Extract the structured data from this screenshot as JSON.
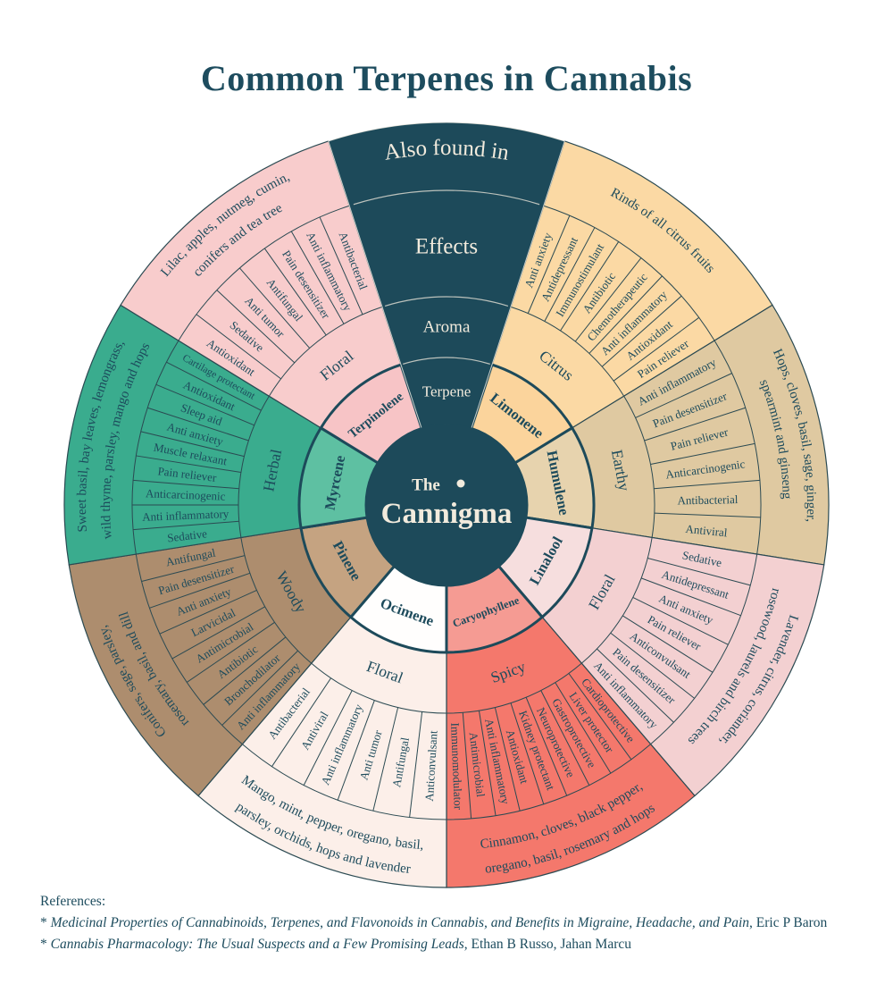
{
  "title": "Common Terpenes in Cannabis",
  "brand": {
    "word_small": "The",
    "word_large": "Cannigma"
  },
  "legend": {
    "ring_terpene": "Terpene",
    "ring_aroma": "Aroma",
    "ring_effects": "Effects",
    "ring_also_found_in": "Also found in"
  },
  "colors": {
    "dark_teal": "#1d4a5a",
    "cream": "#f2ebdd",
    "line": "#2b4a52",
    "text": "#1d4b5c",
    "background": "#ffffff"
  },
  "sectors": [
    {
      "terpene": "Limonene",
      "aroma": "Citrus",
      "color_main": "#fbd9a4",
      "color_inner": "#fbd49c",
      "effects": [
        "Anti anxiety",
        "Antidepressant",
        "Immunostimulant",
        "Antibiotic",
        "Chemotherapeutic",
        "Anti inflammatory",
        "Antioxidant",
        "Pain reliever"
      ],
      "also_found_in": [
        "Rinds of all citrus fruits"
      ]
    },
    {
      "terpene": "Humulene",
      "aroma": "Earthy",
      "color_main": "#dfc9a1",
      "color_inner": "#e7d3ae",
      "effects": [
        "Anti inflammatory",
        "Pain desensitizer",
        "Pain reliever",
        "Anticarcinogenic",
        "Antibacterial",
        "Antiviral"
      ],
      "also_found_in": [
        "Hops, cloves, basil, sage, ginger,",
        "spearmint and ginseng"
      ]
    },
    {
      "terpene": "Linalool",
      "aroma": "Floral",
      "color_main": "#f3d0d1",
      "color_inner": "#f6dede",
      "effects": [
        "Sedative",
        "Antidepressant",
        "Anti anxiety",
        "Pain reliever",
        "Anticonvulsant",
        "Pain desensitizer",
        "Anti inflammatory"
      ],
      "also_found_in": [
        "Lavender, citrus, coriander,",
        "rosewood, laurels and birch trees"
      ]
    },
    {
      "terpene": "Caryophyllene",
      "aroma": "Spicy",
      "color_main": "#f4786c",
      "color_inner": "#f59b93",
      "effects": [
        "Cardioprotective",
        "Liver protector",
        "Gastroprotective",
        "Neuroprotective",
        "Kidney protectant",
        "Antioxidant",
        "Anti inflammatory",
        "Antimicrobial",
        "Immunomodulator"
      ],
      "also_found_in": [
        "Cinnamon, cloves, black pepper,",
        "oregano, basil, rosemary and hops"
      ]
    },
    {
      "terpene": "Ocimene",
      "aroma": "Floral",
      "color_main": "#fcefe9",
      "color_inner": "#fffefd",
      "effects": [
        "Antibacterial",
        "Antiviral",
        "Anti inflammatory",
        "Anti tumor",
        "Antifungal",
        "Anticonvulsant"
      ],
      "also_found_in": [
        "Mango, mint, pepper, oregano, basil,",
        "parsley, orchids, hops and lavender"
      ]
    },
    {
      "terpene": "Pinene",
      "aroma": "Woody",
      "color_main": "#ad8d6e",
      "color_inner": "#c5a381",
      "effects": [
        "Antifungal",
        "Pain desensitizer",
        "Anti anxiety",
        "Larvicidal",
        "Antimicrobial",
        "Antibiotic",
        "Bronchodilator",
        "Anti inflammatory"
      ],
      "also_found_in": [
        "Conifers, sage, parsley,",
        "rosemary, basil, and dill"
      ]
    },
    {
      "terpene": "Myrcene",
      "aroma": "Herbal",
      "color_main": "#3aac8e",
      "color_inner": "#5ec0a2",
      "effects": [
        "Cartilage protectant",
        "Antioxidant",
        "Sleep aid",
        "Anti anxiety",
        "Muscle relaxant",
        "Pain reliever",
        "Anticarcinogenic",
        "Anti inflammatory",
        "Sedative"
      ],
      "also_found_in": [
        "Sweet basil, bay leaves, lemongrass,",
        "wild thyme, parsley, mango and hops"
      ]
    },
    {
      "terpene": "Terpinolene",
      "aroma": "Floral",
      "color_main": "#f8cccc",
      "color_inner": "#f7c4c6",
      "effects": [
        "Antibacterial",
        "Anti inflammatory",
        "Pain desensitizer",
        "Antifungal",
        "Anti tumor",
        "Sedative",
        "Antioxidant"
      ],
      "also_found_in": [
        "Lilac, apples, nutmeg, cumin,",
        "conifers and tea tree"
      ]
    }
  ],
  "references": {
    "heading": "References:",
    "items": [
      {
        "marker": "*",
        "title_italic": "Medicinal Properties of Cannabinoids, Terpenes, and Flavonoids in Cannabis, and Benefits in Migraine, Headache, and Pain",
        "authors": ", Eric P Baron"
      },
      {
        "marker": "*",
        "title_italic": "Cannabis Pharmacology: The Usual Suspects and a Few Promising Leads",
        "authors": ", Ethan B Russo, Jahan Marcu"
      }
    ]
  }
}
